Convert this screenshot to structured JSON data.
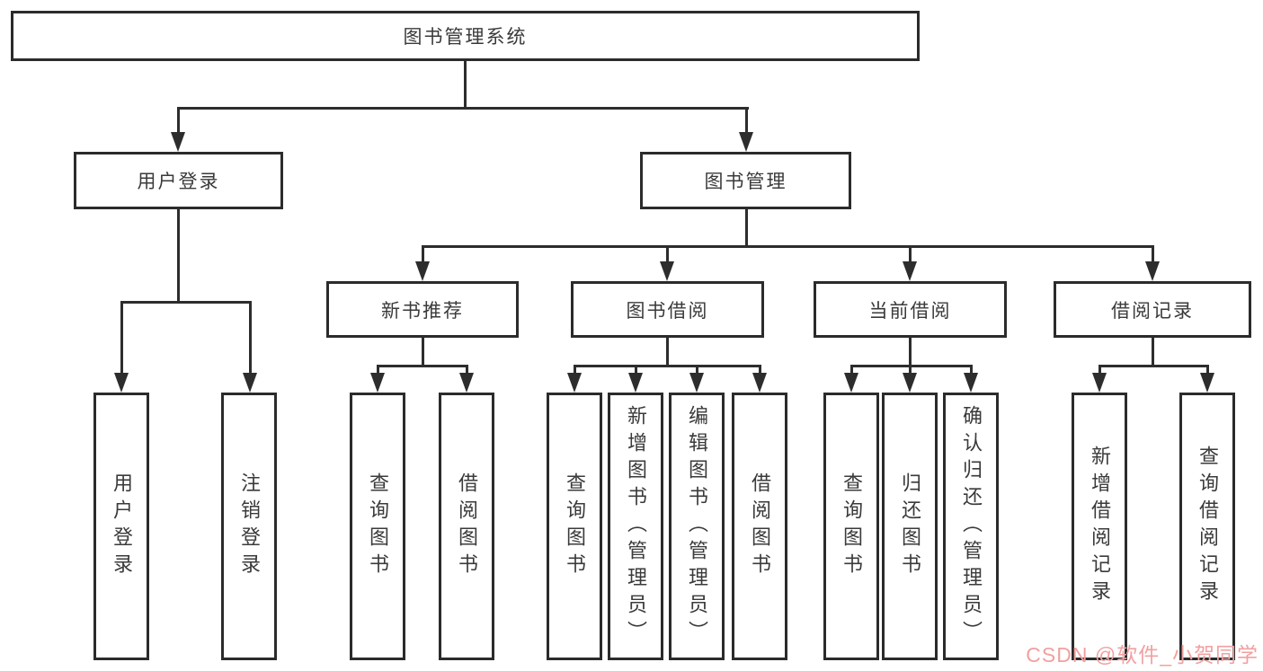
{
  "tree": {
    "root": "图书管理系统",
    "branches": [
      {
        "label": "用户登录",
        "leaves": [
          "用户登录",
          "注销登录"
        ]
      },
      {
        "label": "图书管理",
        "children": [
          {
            "label": "新书推荐",
            "leaves": [
              "查询图书",
              "借阅图书"
            ]
          },
          {
            "label": "图书借阅",
            "leaves": [
              "查询图书",
              "新增图书（管理员）",
              "编辑图书（管理员）",
              "借阅图书"
            ]
          },
          {
            "label": "当前借阅",
            "leaves": [
              "查询图书",
              "归还图书",
              "确认归还（管理员）"
            ]
          },
          {
            "label": "借阅记录",
            "leaves": [
              "新增借阅记录",
              "查询借阅记录"
            ]
          }
        ]
      }
    ]
  },
  "watermark": {
    "text": "CSDN @软件_小贺同学",
    "color": "#f2a0a0"
  },
  "colors": {
    "line": "#2d2d2d",
    "box_border": "#2b2b2b",
    "text": "#3a3a3a",
    "background": "#ffffff"
  }
}
